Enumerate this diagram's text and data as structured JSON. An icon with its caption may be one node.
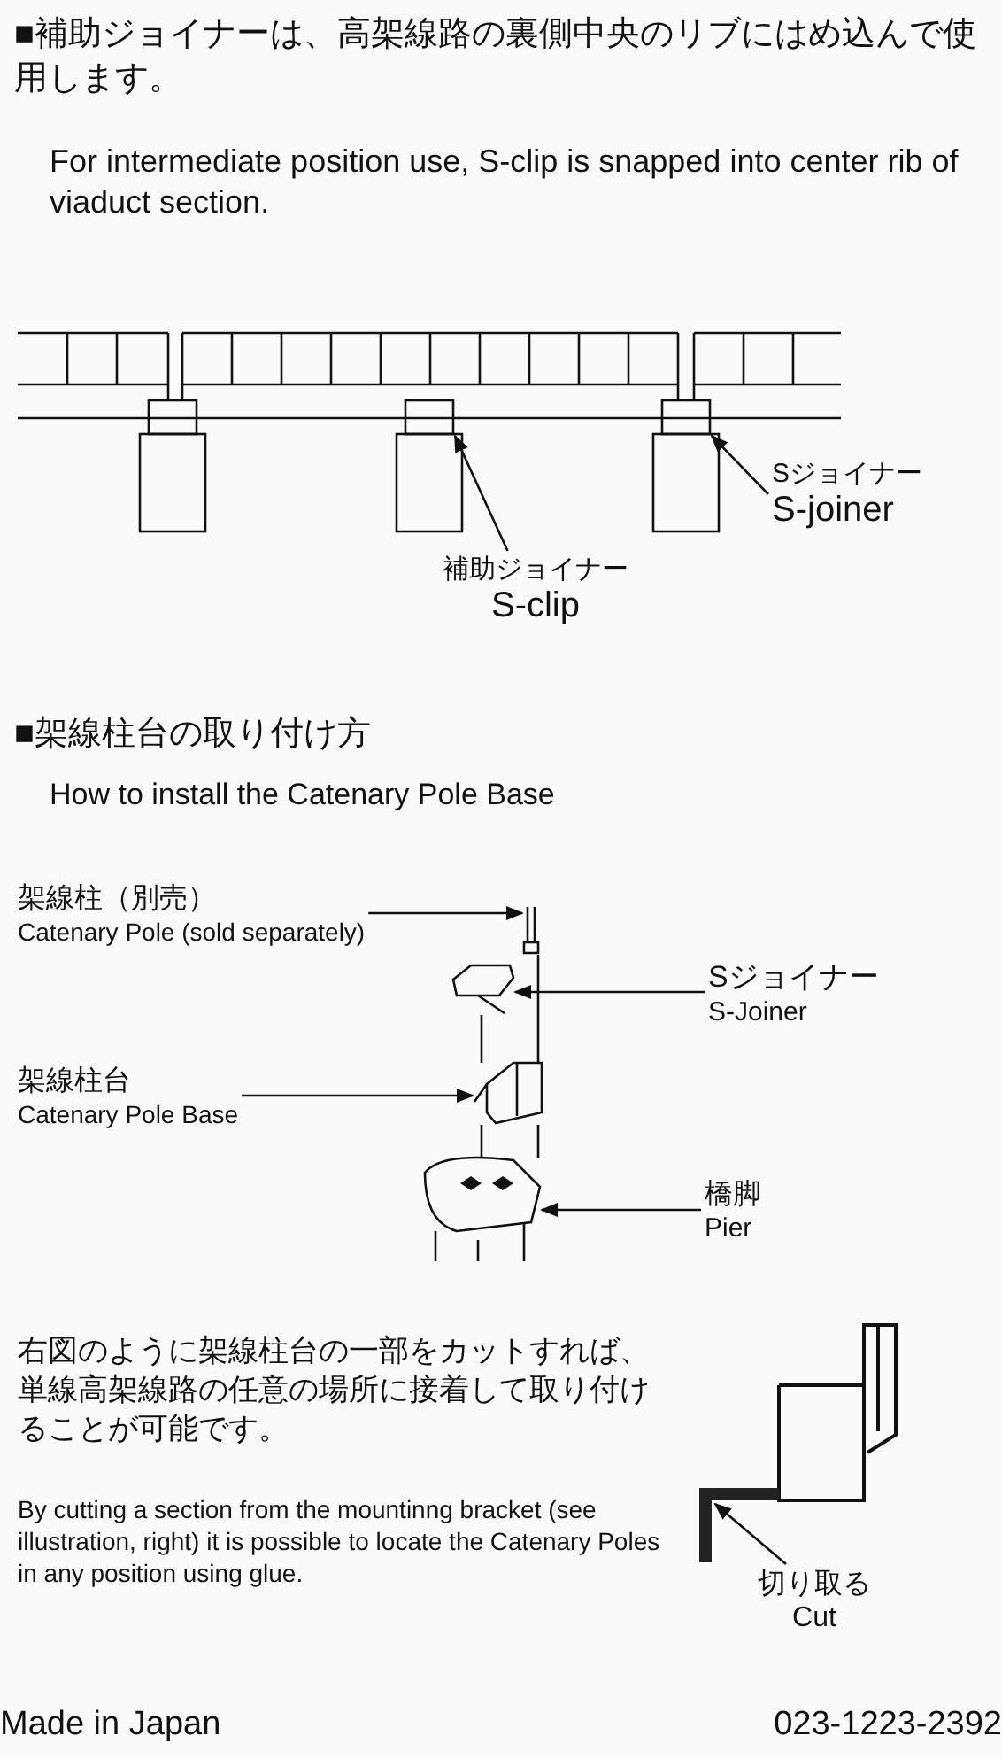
{
  "diagram": {
    "nodes": [
      {
        "text": [
          "補助ジョイナー",
          "S-clip"
        ]
      },
      {
        "text": [],
        "shape": "box"
      },
      {
        "text": [
          "Sジョイナー",
          "S-joiner"
        ]
      },
      {
        "text": [],
        "shape": "box"
      },
      {
        "text": [
          "架線柱（別売）",
          "Catenary Pole (sold separately)"
        ]
      },
      {
        "text": [],
        "shape": "picture"
      },
      {
        "text": [
          "Sジョイナー",
          "S-Joiner"
        ]
      },
      {
        "text": [],
        "shape": "picture"
      },
      {
        "text": [
          "架線柱台",
          "Catenary Pole Base"
        ]
      },
      {
        "text": [],
        "shape": "picture"
      },
      {
        "text": [
          "橋脚",
          "Pier"
        ]
      },
      {
        "text": [],
        "shape": "picture"
      },
      {
        "text": [],
        "shape": "picture"
      },
      {
        "text": [
          "切り取る",
          "Cut"
        ]
      }
    ],
    "edges": [
      {
        "from": 0,
        "to": 1,
        "arrow": "to"
      },
      {
        "from": 2,
        "to": 3,
        "arrow": "to"
      },
      {
        "from": 4,
        "to": 5,
        "arrow": "to"
      },
      {
        "from": 6,
        "to": 7,
        "arrow": "to"
      },
      {
        "from": 8,
        "to": 9,
        "arrow": "to"
      },
      {
        "from": 10,
        "to": 11,
        "arrow": "to"
      },
      {
        "from": 13,
        "to": 12,
        "arrow": "to"
      },
      {
        "from": 5,
        "to": 9,
        "arrow": "none"
      },
      {
        "from": 7,
        "to": 9,
        "arrow": "none"
      },
      {
        "from": 9,
        "to": 11,
        "arrow": "none"
      },
      {
        "from": 9,
        "to": 11,
        "arrow": "none"
      }
    ],
    "labels": [
      "■補助ジョイナーは、高架線路の裏側中央のリブにはめ込んで使用します。",
      "For intermediate position use, S-clip is snapped into center rib of viaduct section.",
      "■架線柱台の取り付け方",
      "How to install the Catenary Pole Base",
      "右図のように架線柱台の一部をカットすれば、単線高架線路の任意の場所に接着して取り付けることが可能です。",
      "By cutting a section from the mountinng bracket (see illustration, right) it is possible to locate the Catenary Poles in any position using glue.",
      "Made in Japan",
      "023-1223-2392"
    ]
  }
}
